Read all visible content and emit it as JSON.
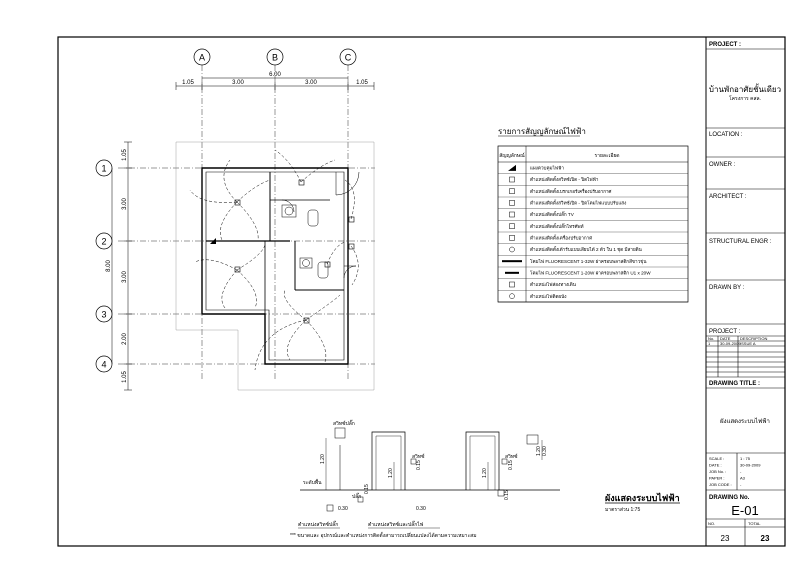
{
  "grid": {
    "columns": [
      "A",
      "B",
      "C"
    ],
    "rows": [
      "1",
      "2",
      "3",
      "4"
    ]
  },
  "dimensions": {
    "top": [
      "1.05",
      "3.00",
      "3.00",
      "1.05"
    ],
    "top_total": "6.00",
    "left": [
      "1.05",
      "3.00",
      "3.00",
      "2.00",
      "1.05"
    ],
    "left_total": "8.00"
  },
  "legend": {
    "title": "รายการสัญญลักษณ์ไฟฟ้า",
    "header_symbol": "สัญญลักษณ์",
    "header_desc": "รายละเอียด",
    "rows": [
      {
        "desc": "แผงควบคุมไฟฟ้า"
      },
      {
        "desc": "ตำแหน่งติดตั้งสวิทซ์เปิด - ปิดไฟฟ้า"
      },
      {
        "desc": "ตำแหน่งติดตั้งเบรกเกอร์เครื่องปรับอากาศ"
      },
      {
        "desc": "ตำแหน่งติดตั้งสวิทซ์เปิด - ปิดโคมไฟแบบปรับแสง"
      },
      {
        "desc": "ตำแหน่งติดตั้งปลั๊ก TV"
      },
      {
        "desc": "ตำแหน่งติดตั้งปลั๊กโทรศัพท์"
      },
      {
        "desc": "ตำแหน่งติดตั้งเครื่องปรับอากาศ"
      },
      {
        "desc": "ตำแหน่งติดตั้งเต้ารับแบบเสียบได้ 2 ตัว ใน 1 ชุด มีสายดิน"
      },
      {
        "desc": "โคมไฟ FLUORESCENT 1-32W ฝาครอบพลาสติกสีขาวขุ่น"
      },
      {
        "desc": "โคมไฟ FLUORESCENT 1-20W ฝาครอบพลาสติก U1 x 20W"
      },
      {
        "desc": "ตำแหน่งไฟส่องทางเดิน"
      },
      {
        "desc": "ตำแหน่งไฟติดผนัง"
      }
    ]
  },
  "elevations": {
    "labels": {
      "switch": "สวิทซ์ปลั๊ก",
      "plug": "ปลั๊ก",
      "floor": "ระดับพื้น",
      "switch_left": "สวิทซ์",
      "switch_right": "สวิทซ์"
    },
    "dims": [
      "1.20",
      "0.30",
      "0.15",
      "1.20",
      "0.30",
      "0.15",
      "1.20",
      "0.15",
      "1.20",
      "0.15",
      "0.30"
    ],
    "caption_left": "ตำแหน่งสวิทซ์ปลั๊ก",
    "caption_mid": "ตำแหน่งสวิทซ์และปลั๊กไฟ",
    "note": "*** ขนาดและ อุปกรณ์และตำแหน่งการติดตั้งสามารถเปลี่ยนแปลงได้ตามความเหมาะสม"
  },
  "drawing_caption": {
    "title": "ผังแสดงระบบไฟฟ้า",
    "scale": "มาตราส่วน 1:75"
  },
  "title_block": {
    "project_label": "PROJECT :",
    "project_name": "บ้านพักอาศัยชั้นเดียว",
    "project_sub": "โครงการ คสล.",
    "location_label": "LOCATION :",
    "owner_label": "OWNER :",
    "architect_label": "ARCHITECT :",
    "structural_label": "STRUCTURAL ENGR :",
    "drawn_label": "DRAWN BY :",
    "project2_label": "PROJECT :",
    "rev_headers": [
      "No.",
      "DATE",
      "DESCRIPTION"
    ],
    "rev_row": [
      "1",
      "30-09-2009",
      "ISSUE A"
    ],
    "drawing_title_label": "DRAWING TITLE :",
    "drawing_title": "ผังแสดงระบบไฟฟ้า",
    "meta": [
      {
        "k": "SCALE :",
        "v": "1 : 75"
      },
      {
        "k": "DATE :",
        "v": "30-09-2009"
      },
      {
        "k": "JOB No. :",
        "v": "-"
      },
      {
        "k": "PAPER :",
        "v": "A3"
      },
      {
        "k": "JOB CODE :",
        "v": "-"
      }
    ],
    "drawing_no_label": "DRAWING No.",
    "drawing_no": "E-01",
    "no_label": "NO.",
    "total_label": "TOTAL",
    "no": "23",
    "total": "23"
  }
}
